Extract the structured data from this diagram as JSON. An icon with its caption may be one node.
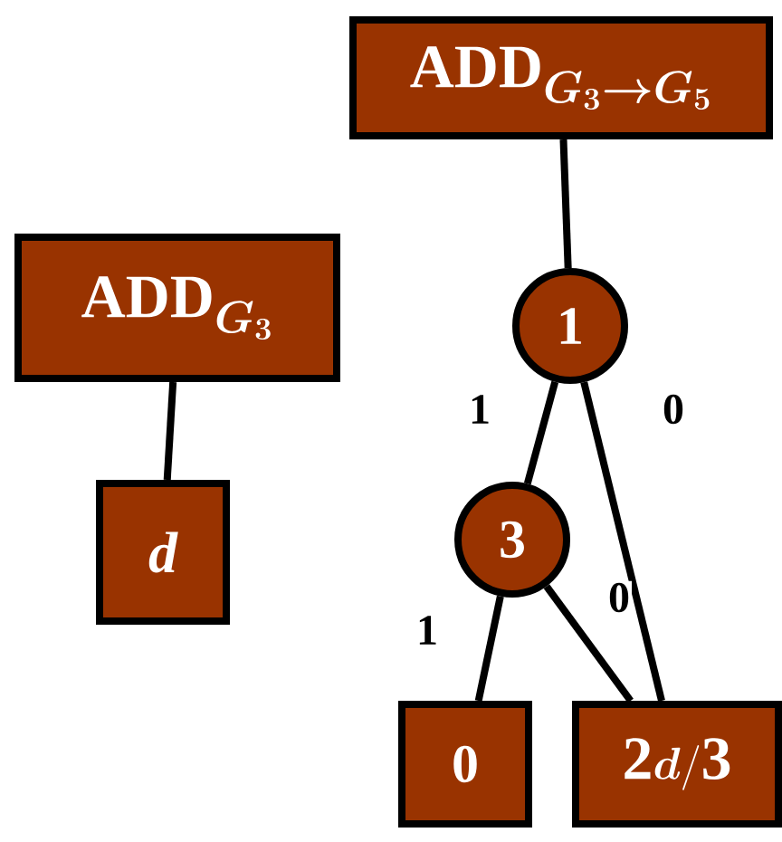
{
  "diagram": {
    "nodes": [
      {
        "text": [
          "\\mathbf{ADD}_{\\boldsymbol{G_3}}"
        ]
      },
      {
        "text": [
          "d"
        ]
      },
      {
        "text": [
          "\\mathbf{ADD}_{\\boldsymbol{G_3\\rightarrow G_5}}"
        ]
      },
      {
        "text": [
          "1"
        ]
      },
      {
        "text": [
          "3"
        ]
      },
      {
        "text": [
          "0"
        ]
      },
      {
        "text": [
          "\\mathbf{2}\\boldsymbol{d}\\mathbf{/3}"
        ]
      }
    ],
    "edges": [
      {
        "from": 0,
        "to": 1,
        "arrow": "none"
      },
      {
        "from": 2,
        "to": 3,
        "arrow": "none"
      },
      {
        "from": 3,
        "to": 4,
        "arrow": "none",
        "label": "1"
      },
      {
        "from": 3,
        "to": 6,
        "arrow": "none",
        "label": "0"
      },
      {
        "from": 4,
        "to": 5,
        "arrow": "none",
        "label": "1"
      },
      {
        "from": 4,
        "to": 6,
        "arrow": "none",
        "label": "0"
      }
    ]
  }
}
